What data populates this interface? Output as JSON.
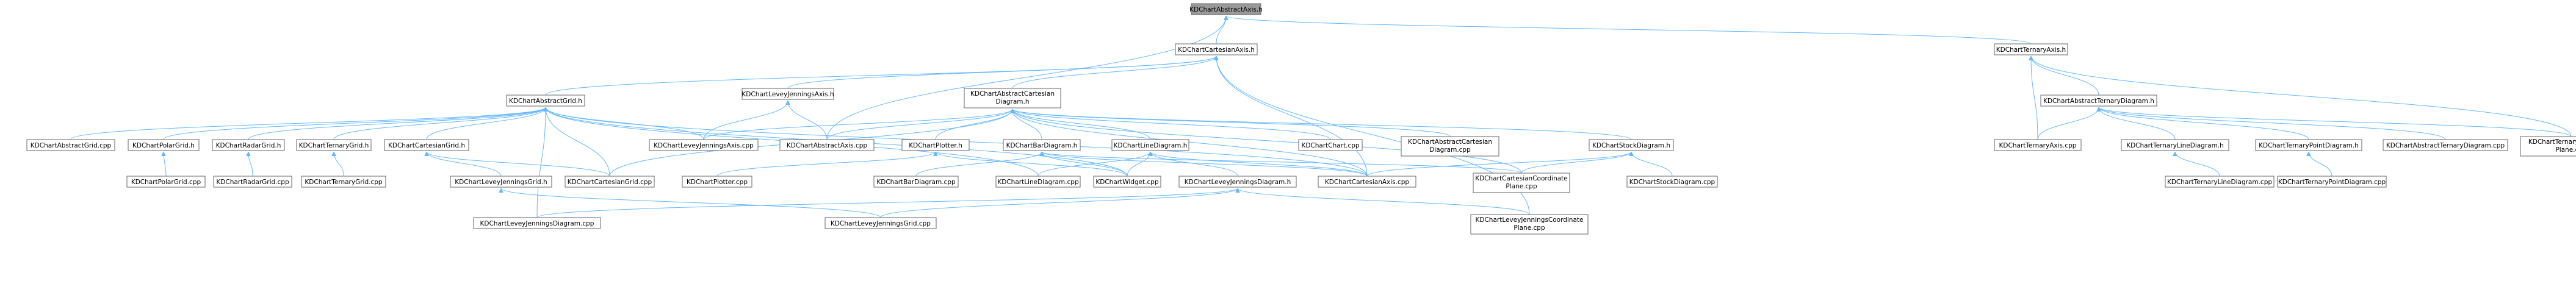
{
  "diagram": {
    "colors": {
      "edge": "#63b8ff",
      "node_border": "#666666",
      "node_fill": "#ffffff",
      "root_fill": "#999999"
    },
    "nodes": [
      {
        "id": "n0",
        "label": [
          "KDChartAbstractAxis.h"
        ],
        "root": true
      },
      {
        "id": "n1",
        "label": [
          "KDChartCartesianAxis.h"
        ]
      },
      {
        "id": "n2",
        "label": [
          "KDChartTernaryAxis.h"
        ]
      },
      {
        "id": "n3",
        "label": [
          "KDChartAbstractGrid.h"
        ]
      },
      {
        "id": "n4",
        "label": [
          "KDChartLeveyJenningsAxis.h"
        ]
      },
      {
        "id": "n5",
        "label": [
          "KDChartAbstractCartesian",
          "Diagram.h"
        ]
      },
      {
        "id": "n6",
        "label": [
          "KDChartAbstractTernaryDiagram.h"
        ]
      },
      {
        "id": "n7",
        "label": [
          "KDChartAbstractGrid.cpp"
        ]
      },
      {
        "id": "n8",
        "label": [
          "KDChartPolarGrid.h"
        ]
      },
      {
        "id": "n9",
        "label": [
          "KDChartRadarGrid.h"
        ]
      },
      {
        "id": "n10",
        "label": [
          "KDChartTernaryGrid.h"
        ]
      },
      {
        "id": "n11",
        "label": [
          "KDChartCartesianGrid.h"
        ]
      },
      {
        "id": "n12",
        "label": [
          "KDChartLeveyJenningsAxis.cpp"
        ]
      },
      {
        "id": "n13",
        "label": [
          "KDChartAbstractAxis.cpp"
        ]
      },
      {
        "id": "n14",
        "label": [
          "KDChartPlotter.h"
        ]
      },
      {
        "id": "n15",
        "label": [
          "KDChartBarDiagram.h"
        ]
      },
      {
        "id": "n16",
        "label": [
          "KDChartLineDiagram.h"
        ]
      },
      {
        "id": "n17",
        "label": [
          "KDChartChart.cpp"
        ]
      },
      {
        "id": "n18",
        "label": [
          "KDChartAbstractCartesian",
          "Diagram.cpp"
        ]
      },
      {
        "id": "n19",
        "label": [
          "KDChartStockDiagram.h"
        ]
      },
      {
        "id": "n20",
        "label": [
          "KDChartTernaryAxis.cpp"
        ]
      },
      {
        "id": "n21",
        "label": [
          "KDChartTernaryLineDiagram.h"
        ]
      },
      {
        "id": "n22",
        "label": [
          "KDChartTernaryPointDiagram.h"
        ]
      },
      {
        "id": "n23",
        "label": [
          "KDChartAbstractTernaryDiagram.cpp"
        ]
      },
      {
        "id": "n24",
        "label": [
          "KDChartTernaryCoordinate",
          "Plane.cpp"
        ]
      },
      {
        "id": "n25",
        "label": [
          "KDChartPolarGrid.cpp"
        ]
      },
      {
        "id": "n26",
        "label": [
          "KDChartRadarGrid.cpp"
        ]
      },
      {
        "id": "n27",
        "label": [
          "KDChartTernaryGrid.cpp"
        ]
      },
      {
        "id": "n28",
        "label": [
          "KDChartLeveyJenningsGrid.h"
        ]
      },
      {
        "id": "n29",
        "label": [
          "KDChartCartesianGrid.cpp"
        ]
      },
      {
        "id": "n30",
        "label": [
          "KDChartPlotter.cpp"
        ]
      },
      {
        "id": "n31",
        "label": [
          "KDChartBarDiagram.cpp"
        ]
      },
      {
        "id": "n32",
        "label": [
          "KDChartLineDiagram.cpp"
        ]
      },
      {
        "id": "n33",
        "label": [
          "KDChartWidget.cpp"
        ]
      },
      {
        "id": "n34",
        "label": [
          "KDChartLeveyJenningsDiagram.h"
        ]
      },
      {
        "id": "n35",
        "label": [
          "KDChartCartesianAxis.cpp"
        ]
      },
      {
        "id": "n36",
        "label": [
          "KDChartCartesianCoordinate",
          "Plane.cpp"
        ]
      },
      {
        "id": "n37",
        "label": [
          "KDChartStockDiagram.cpp"
        ]
      },
      {
        "id": "n38",
        "label": [
          "KDChartTernaryLineDiagram.cpp"
        ]
      },
      {
        "id": "n39",
        "label": [
          "KDChartTernaryPointDiagram.cpp"
        ]
      },
      {
        "id": "n40",
        "label": [
          "KDChartLeveyJenningsDiagram.cpp"
        ]
      },
      {
        "id": "n41",
        "label": [
          "KDChartLeveyJenningsGrid.cpp"
        ]
      },
      {
        "id": "n42",
        "label": [
          "KDChartLeveyJenningsCoordinate",
          "Plane.cpp"
        ]
      }
    ],
    "edges": [
      [
        "n0",
        "n1"
      ],
      [
        "n0",
        "n2"
      ],
      [
        "n0",
        "n13"
      ],
      [
        "n1",
        "n3"
      ],
      [
        "n1",
        "n4"
      ],
      [
        "n1",
        "n5"
      ],
      [
        "n1",
        "n35"
      ],
      [
        "n1",
        "n42"
      ],
      [
        "n2",
        "n6"
      ],
      [
        "n2",
        "n20"
      ],
      [
        "n2",
        "n24"
      ],
      [
        "n3",
        "n7"
      ],
      [
        "n3",
        "n8"
      ],
      [
        "n3",
        "n9"
      ],
      [
        "n3",
        "n10"
      ],
      [
        "n3",
        "n11"
      ],
      [
        "n3",
        "n12"
      ],
      [
        "n3",
        "n35"
      ],
      [
        "n3",
        "n29"
      ],
      [
        "n3",
        "n32"
      ],
      [
        "n3",
        "n33"
      ],
      [
        "n3",
        "n40"
      ],
      [
        "n4",
        "n12"
      ],
      [
        "n4",
        "n13"
      ],
      [
        "n5",
        "n12"
      ],
      [
        "n5",
        "n13"
      ],
      [
        "n5",
        "n14"
      ],
      [
        "n5",
        "n15"
      ],
      [
        "n5",
        "n16"
      ],
      [
        "n5",
        "n17"
      ],
      [
        "n5",
        "n18"
      ],
      [
        "n5",
        "n19"
      ],
      [
        "n5",
        "n35"
      ],
      [
        "n5",
        "n36"
      ],
      [
        "n5",
        "n29"
      ],
      [
        "n6",
        "n20"
      ],
      [
        "n6",
        "n21"
      ],
      [
        "n6",
        "n22"
      ],
      [
        "n6",
        "n23"
      ],
      [
        "n6",
        "n24"
      ],
      [
        "n8",
        "n25"
      ],
      [
        "n9",
        "n26"
      ],
      [
        "n10",
        "n27"
      ],
      [
        "n11",
        "n28"
      ],
      [
        "n11",
        "n29"
      ],
      [
        "n14",
        "n30"
      ],
      [
        "n14",
        "n33"
      ],
      [
        "n15",
        "n31"
      ],
      [
        "n15",
        "n33"
      ],
      [
        "n15",
        "n35"
      ],
      [
        "n15",
        "n36"
      ],
      [
        "n16",
        "n32"
      ],
      [
        "n16",
        "n33"
      ],
      [
        "n16",
        "n34"
      ],
      [
        "n16",
        "n35"
      ],
      [
        "n19",
        "n37"
      ],
      [
        "n19",
        "n35"
      ],
      [
        "n19",
        "n36"
      ],
      [
        "n21",
        "n38"
      ],
      [
        "n22",
        "n39"
      ],
      [
        "n28",
        "n41"
      ],
      [
        "n34",
        "n40"
      ],
      [
        "n34",
        "n41"
      ],
      [
        "n34",
        "n42"
      ]
    ]
  }
}
